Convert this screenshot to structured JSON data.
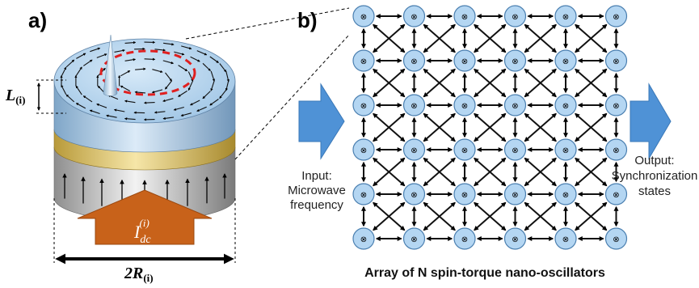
{
  "labels": {
    "panel_a": "a)",
    "panel_b": "b)",
    "thickness_main": "L",
    "thickness_sub": "(i)",
    "radius_main": "2R",
    "radius_sub": "(i)",
    "current_main": "I",
    "current_sub": "dc",
    "current_sup": "(i)",
    "input_line1": "Input:",
    "input_line2": "Microwave",
    "input_line3": "frequency",
    "output_line1": "Output:",
    "output_line2": "Synchronization",
    "output_line3": "states",
    "caption": "Array of N spin-torque nano-oscillators"
  },
  "grid": {
    "rows": 6,
    "cols": 6,
    "node_symbol": "⊗"
  },
  "colors": {
    "top_disk": "#b9d9f2",
    "gold_layer": "#e6c860",
    "gray_layer": "#c8c8c8",
    "current_arrow": "#c8621a",
    "io_arrow": "#4f92d6",
    "node_fill": "#b4d6f2",
    "vortex_circle": "#e02020"
  }
}
